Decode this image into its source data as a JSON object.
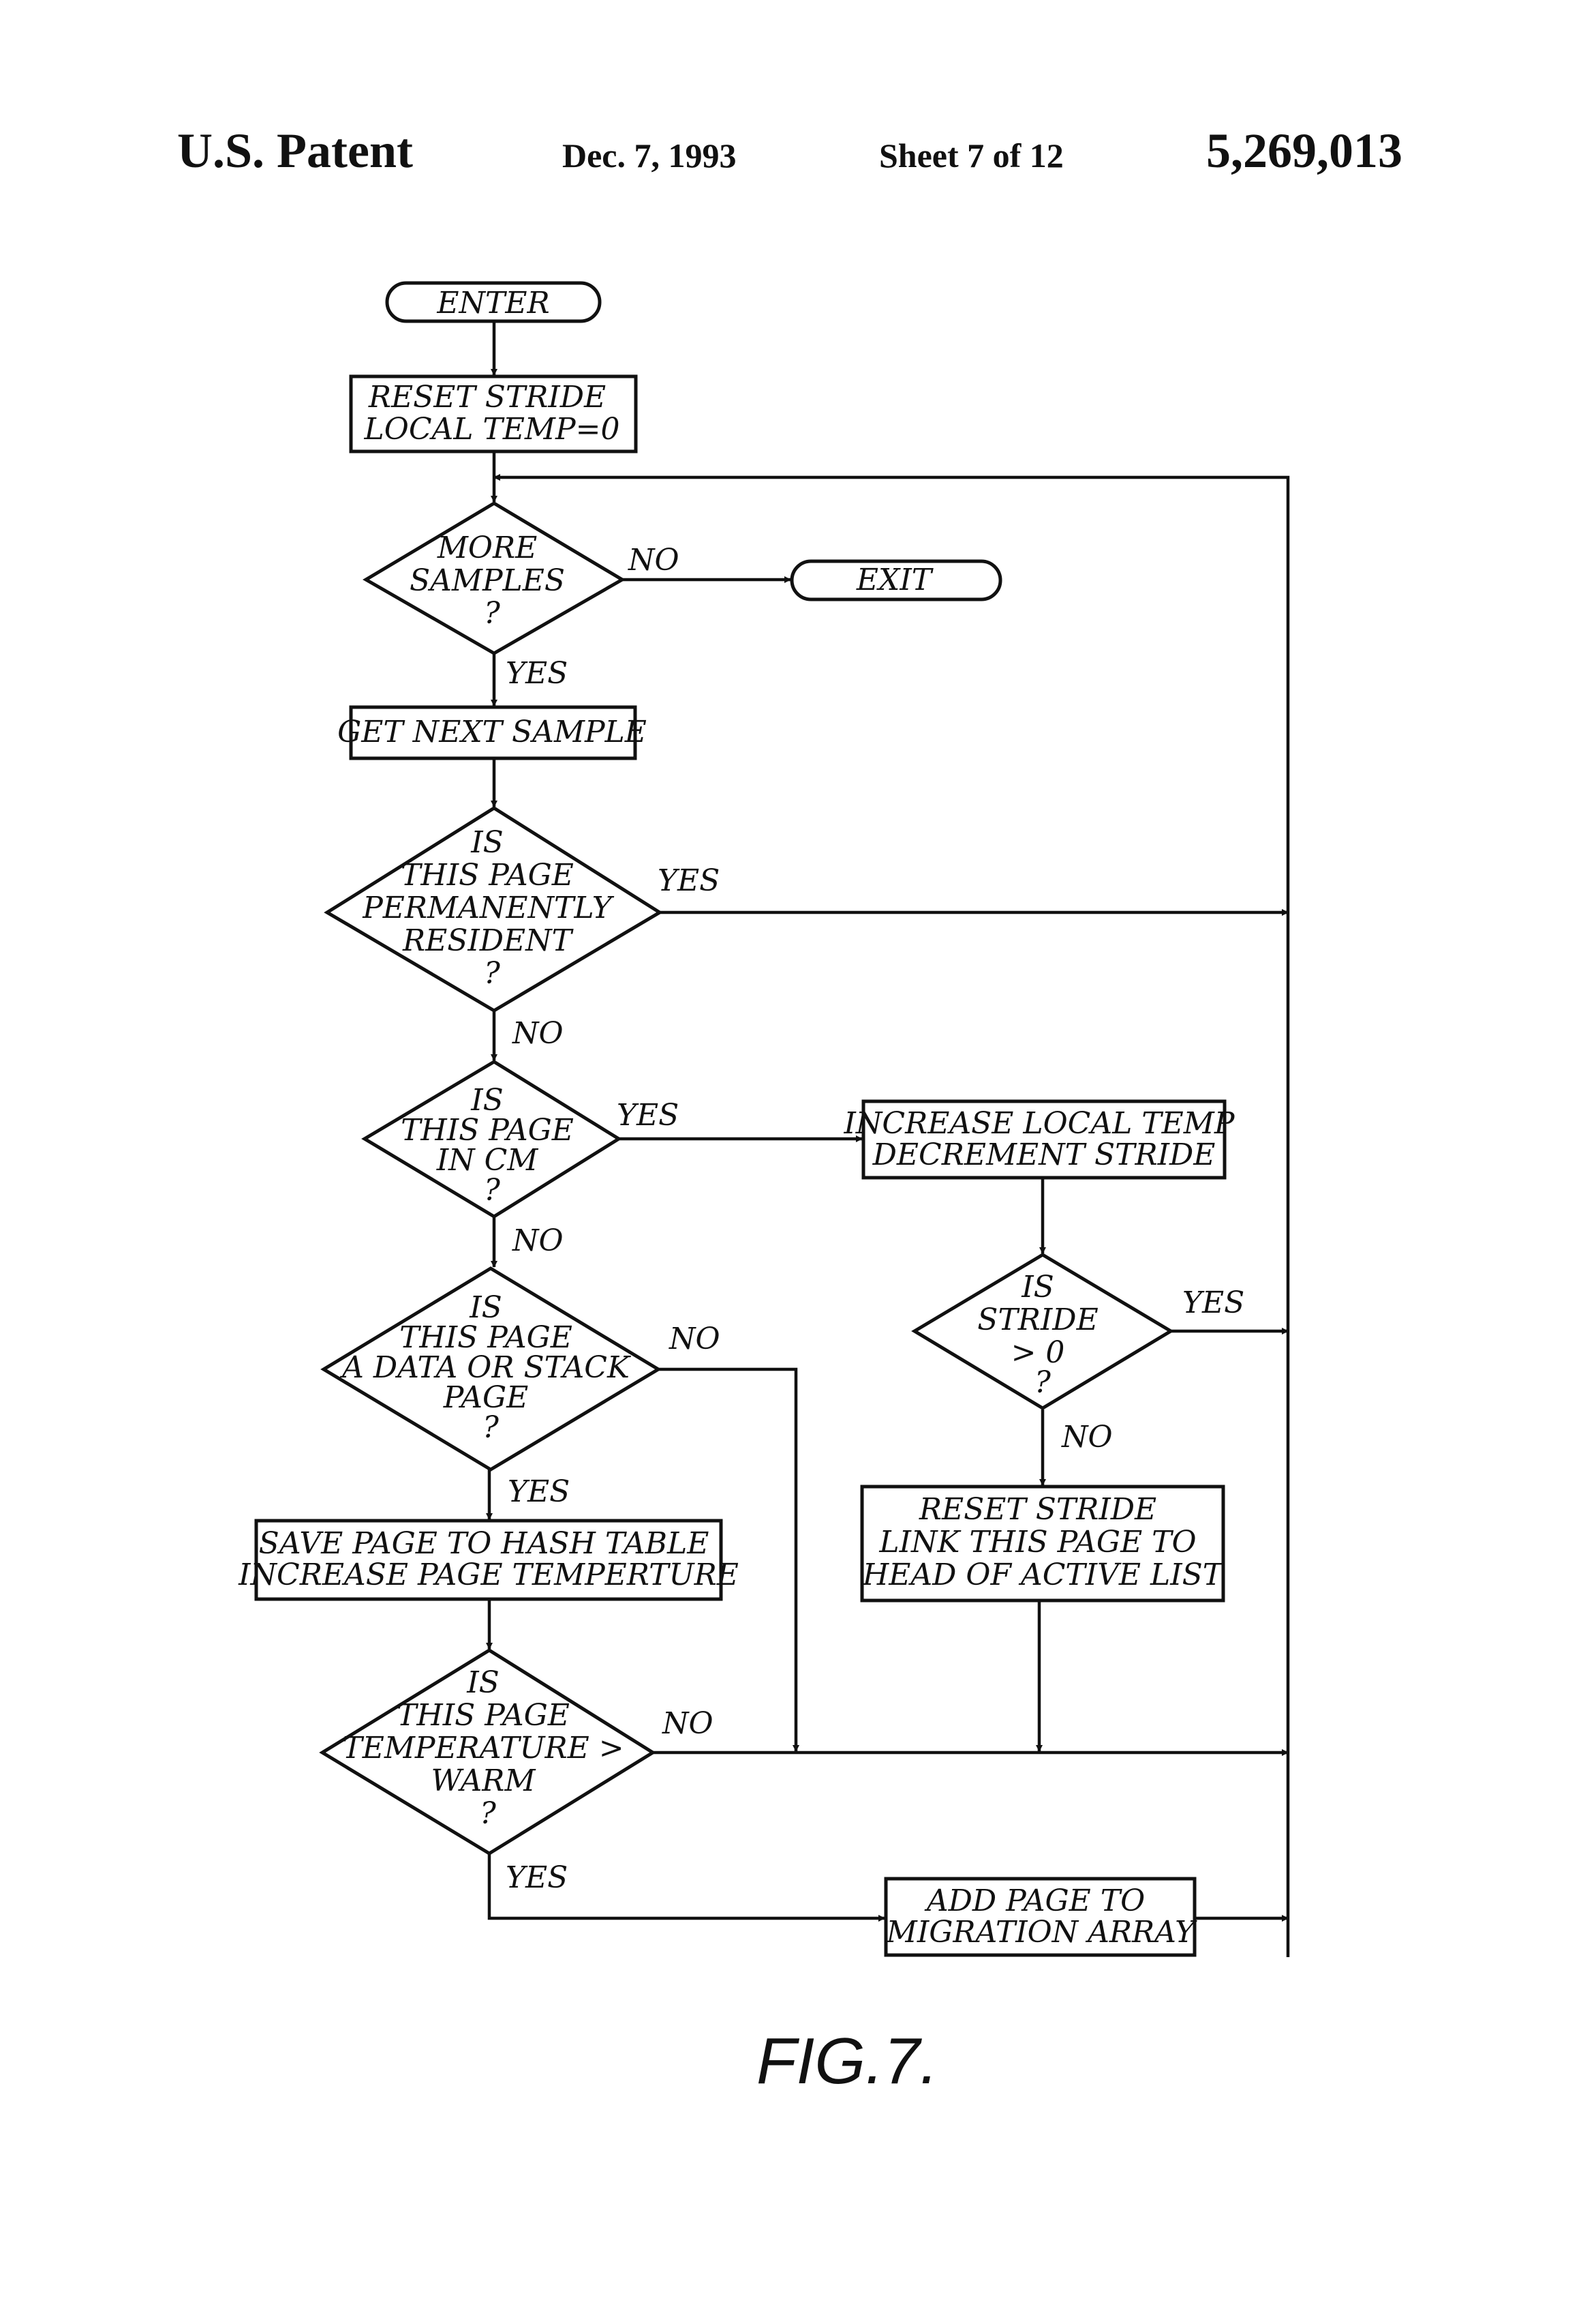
{
  "header": {
    "left": "U.S. Patent",
    "date": "Dec. 7, 1993",
    "sheet": "Sheet 7 of 12",
    "number": "5,269,013"
  },
  "nodes": {
    "enter": [
      "ENTER"
    ],
    "reset_stride_1": [
      "RESET STRIDE",
      "LOCAL TEMP=0"
    ],
    "more_samples": [
      "MORE",
      "SAMPLES",
      "?"
    ],
    "exit": [
      "EXIT"
    ],
    "get_next": [
      "GET NEXT SAMPLE"
    ],
    "perm_resident": [
      "IS",
      "THIS PAGE",
      "PERMANENTLY",
      "RESIDENT",
      "?"
    ],
    "in_cm": [
      "IS",
      "THIS PAGE",
      "IN CM",
      "?"
    ],
    "increase_local": [
      "INCREASE LOCAL TEMP",
      "DECREMENT STRIDE"
    ],
    "stride_gt0": [
      "IS",
      "STRIDE",
      "> 0",
      "?"
    ],
    "data_stack": [
      "IS",
      "THIS PAGE",
      "A DATA OR STACK",
      "PAGE",
      "?"
    ],
    "save_page": [
      "SAVE PAGE TO HASH TABLE",
      "INCREASE PAGE TEMPERTURE"
    ],
    "reset_link": [
      "RESET STRIDE",
      "LINK THIS PAGE TO",
      "HEAD OF ACTIVE LIST"
    ],
    "temp_warm": [
      "IS",
      "THIS PAGE",
      "TEMPERATURE >",
      "WARM",
      "?"
    ],
    "add_page": [
      "ADD PAGE TO",
      "MIGRATION ARRAY"
    ]
  },
  "edge_labels": {
    "more_no": "NO",
    "more_yes": "YES",
    "perm_yes": "YES",
    "perm_no": "NO",
    "cm_yes": "YES",
    "cm_no": "NO",
    "stride_yes": "YES",
    "stride_no": "NO",
    "ds_no": "NO",
    "ds_yes": "YES",
    "temp_no": "NO",
    "temp_yes": "YES"
  },
  "figure_label": "FIG.7."
}
